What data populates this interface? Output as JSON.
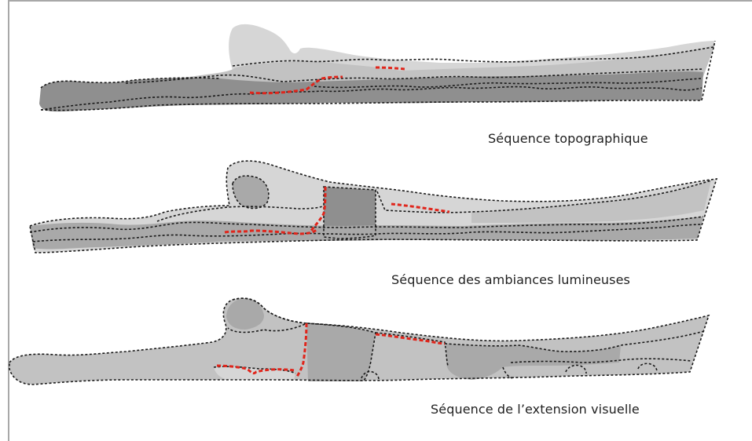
{
  "captions": {
    "topographic": "Séquence topographique",
    "light": "Séquence des ambiances lumineuses",
    "visual": "Séquence de l’extension visuelle"
  },
  "colors": {
    "frame": "#a8a8a8",
    "zone_light": "#d6d6d6",
    "zone_mid": "#c2c2c2",
    "zone_dark": "#a9a9a9",
    "zone_darkest": "#8f8f8f",
    "boundary": "#1a1a1a",
    "highlight": "#e0251b"
  }
}
